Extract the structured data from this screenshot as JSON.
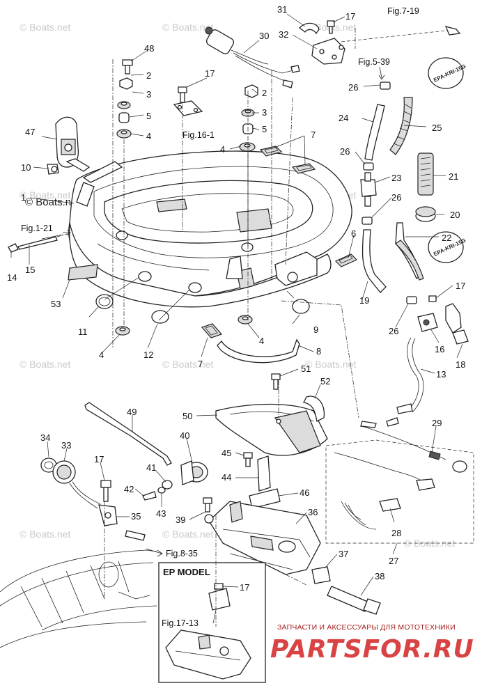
{
  "watermark": "© Boats.net",
  "stamps": [
    "EPA-KRI-15G",
    "EPA-KRI-15G"
  ],
  "ep_model_title": "EP MODEL",
  "brand": {
    "subtitle": "ЗАПЧАСТИ И АКСЕССУАРЫ ДЛЯ МОТОТЕХНИКИ",
    "logo_text": "PARTSFOR.RU"
  },
  "figure_refs": {
    "fig_7_19": "Fig.7-19",
    "fig_5_39": "Fig.5-39",
    "fig_16_1": "Fig.16-1",
    "fig_1_21": "Fig.1-21",
    "fig_8_35": "Fig.8-35",
    "fig_17_13": "Fig.17-13"
  },
  "callouts": {
    "n48": "48",
    "n2a": "2",
    "n3a": "3",
    "n5a": "5",
    "n4a": "4",
    "n47": "47",
    "n10": "10",
    "n1": "1",
    "n14": "14",
    "n15": "15",
    "n53": "53",
    "n11": "11",
    "n4b": "4",
    "n12": "12",
    "n7b": "7",
    "n4c": "4",
    "n9": "9",
    "n8": "8",
    "n17a": "17",
    "n2b": "2",
    "n3b": "3",
    "n5b": "5",
    "n4d": "4",
    "n7a": "7",
    "n6": "6",
    "n31": "31",
    "n17b": "17",
    "n30": "30",
    "n32": "32",
    "n26a": "26",
    "n24": "24",
    "n25": "25",
    "n26b": "26",
    "n23": "23",
    "n21": "21",
    "n26c": "26",
    "n20": "20",
    "n22": "22",
    "n19": "19",
    "n26d": "26",
    "n17c": "17",
    "n16": "16",
    "n18": "18",
    "n13": "13",
    "n51": "51",
    "n52": "52",
    "n50": "50",
    "n29": "29",
    "n49": "49",
    "n34": "34",
    "n33": "33",
    "n17d": "17",
    "n40": "40",
    "n41": "41",
    "n42": "42",
    "n43": "43",
    "n35": "35",
    "n45": "45",
    "n44": "44",
    "n46": "46",
    "n39": "39",
    "n36": "36",
    "n37": "37",
    "n28": "28",
    "n27": "27",
    "n38": "38",
    "n17e": "17"
  }
}
